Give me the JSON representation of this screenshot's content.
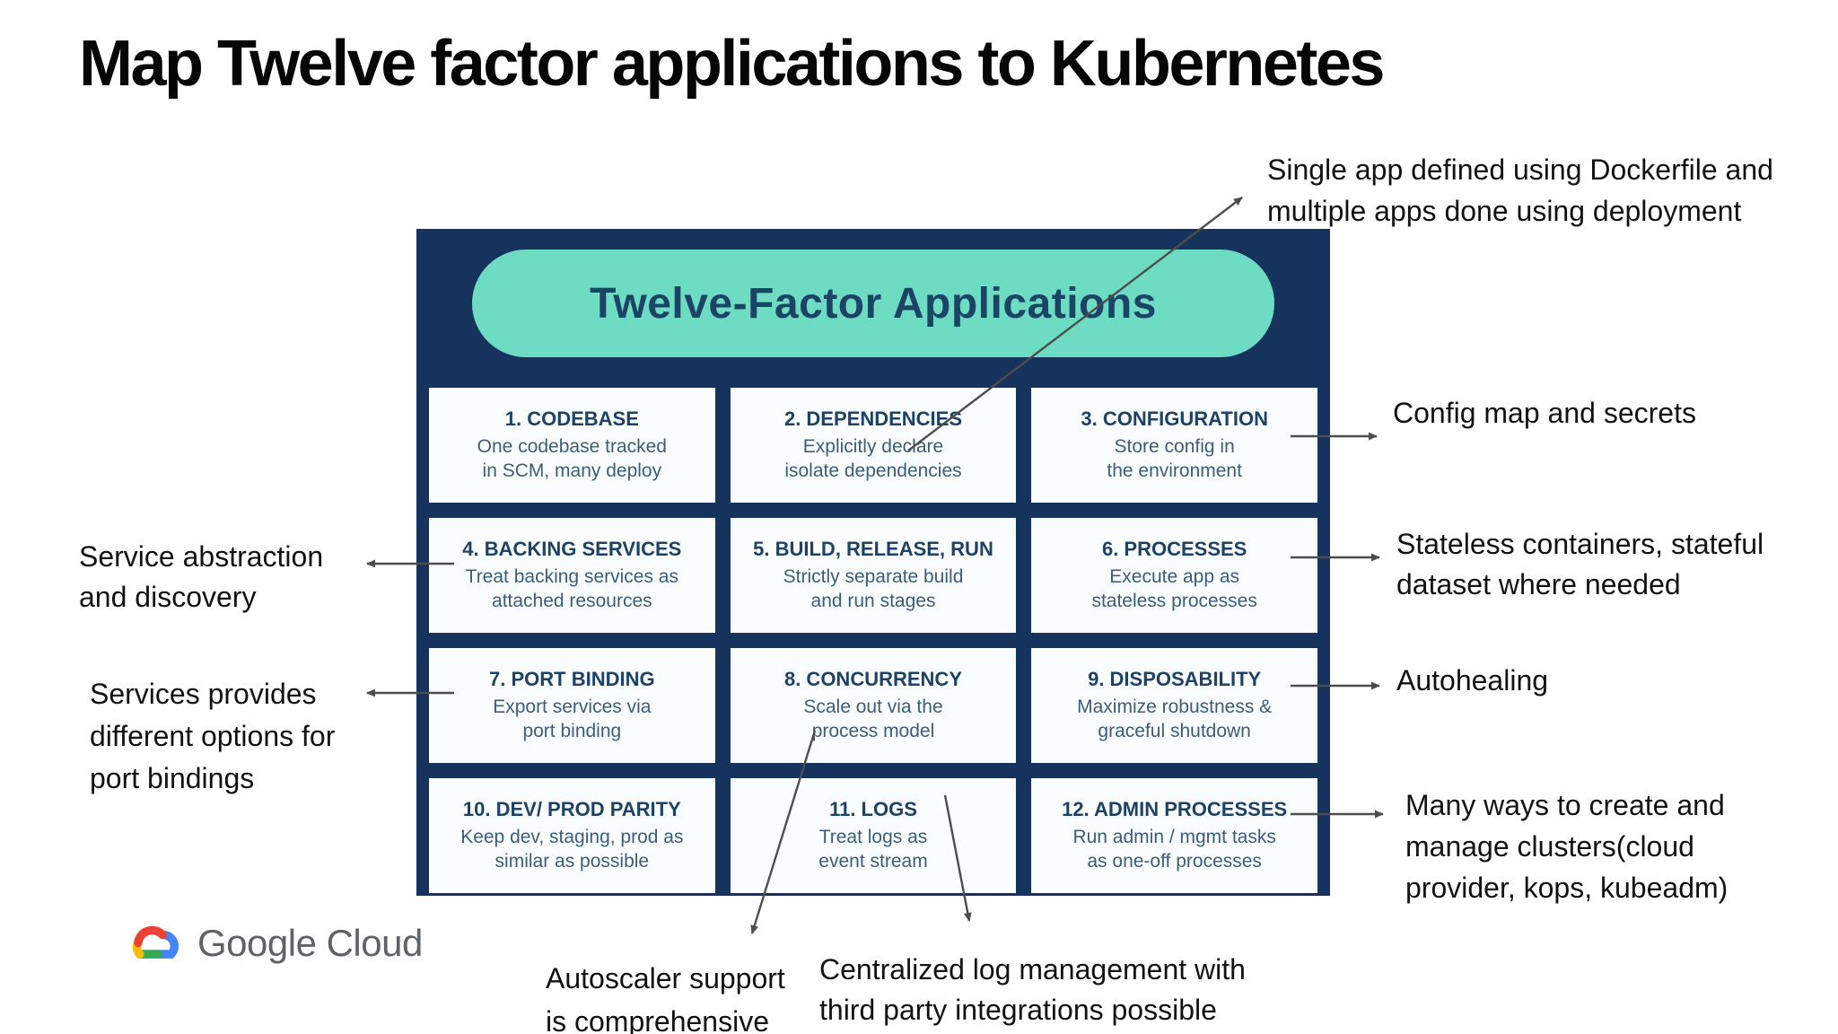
{
  "page": {
    "title": "Map Twelve factor applications to Kubernetes"
  },
  "panel": {
    "banner": "Twelve-Factor Applications",
    "cards": [
      {
        "title": "1. CODEBASE",
        "lines": [
          "One codebase tracked",
          "in SCM, many deploy"
        ]
      },
      {
        "title": "2. DEPENDENCIES",
        "lines": [
          "Explicitly declare",
          "isolate dependencies"
        ]
      },
      {
        "title": "3. CONFIGURATION",
        "lines": [
          "Store config in",
          "the environment"
        ]
      },
      {
        "title": "4. BACKING SERVICES",
        "lines": [
          "Treat backing services as",
          "attached resources"
        ]
      },
      {
        "title": "5. BUILD, RELEASE, RUN",
        "lines": [
          "Strictly separate build",
          "and run stages"
        ]
      },
      {
        "title": "6. PROCESSES",
        "lines": [
          "Execute app as",
          "stateless processes"
        ]
      },
      {
        "title": "7. PORT BINDING",
        "lines": [
          "Export services via",
          "port binding"
        ]
      },
      {
        "title": "8. CONCURRENCY",
        "lines": [
          "Scale out via the",
          "process model"
        ]
      },
      {
        "title": "9. DISPOSABILITY",
        "lines": [
          "Maximize robustness &",
          "graceful shutdown"
        ]
      },
      {
        "title": "10. DEV/ PROD PARITY",
        "lines": [
          "Keep dev, staging, prod as",
          "similar as possible"
        ]
      },
      {
        "title": "11. LOGS",
        "lines": [
          "Treat logs as",
          "event stream"
        ]
      },
      {
        "title": "12. ADMIN PROCESSES",
        "lines": [
          "Run admin / mgmt tasks",
          "as one-off processes"
        ]
      }
    ]
  },
  "annotations": {
    "single_app": {
      "lines": [
        "Single app defined using Dockerfile and",
        "multiple apps done using deployment"
      ]
    },
    "config_map": {
      "lines": [
        "Config map and secrets"
      ]
    },
    "stateless": {
      "lines": [
        "Stateless containers, stateful",
        "dataset where needed"
      ]
    },
    "autohealing": {
      "lines": [
        "Autohealing"
      ]
    },
    "many_ways": {
      "lines": [
        "Many ways to create and",
        "manage clusters(cloud",
        "provider, kops, kubeadm)"
      ]
    },
    "service_abstraction": {
      "lines": [
        "Service abstraction",
        "and discovery"
      ]
    },
    "port_options": {
      "lines": [
        "Services provides",
        "different options for",
        "port bindings"
      ]
    },
    "autoscaler": {
      "lines": [
        "Autoscaler support",
        "is comprehensive"
      ]
    },
    "central_logs": {
      "lines": [
        "Centralized log management with",
        "third party integrations possible"
      ]
    }
  },
  "footer": {
    "logo_text": "Google Cloud"
  },
  "colors": {
    "panel_navy": "#16335d",
    "banner_teal": "#6edcc3",
    "card_bg": "#fafdfe",
    "card_title": "#1e4265",
    "card_body": "#3d5c7a",
    "annotation": "#121212",
    "arrow": "#4d4d4d",
    "google_gray": "#5f6368",
    "google_blue": "#4285f4",
    "google_red": "#ea4335",
    "google_yellow": "#fbbc05",
    "google_green": "#34a853"
  }
}
